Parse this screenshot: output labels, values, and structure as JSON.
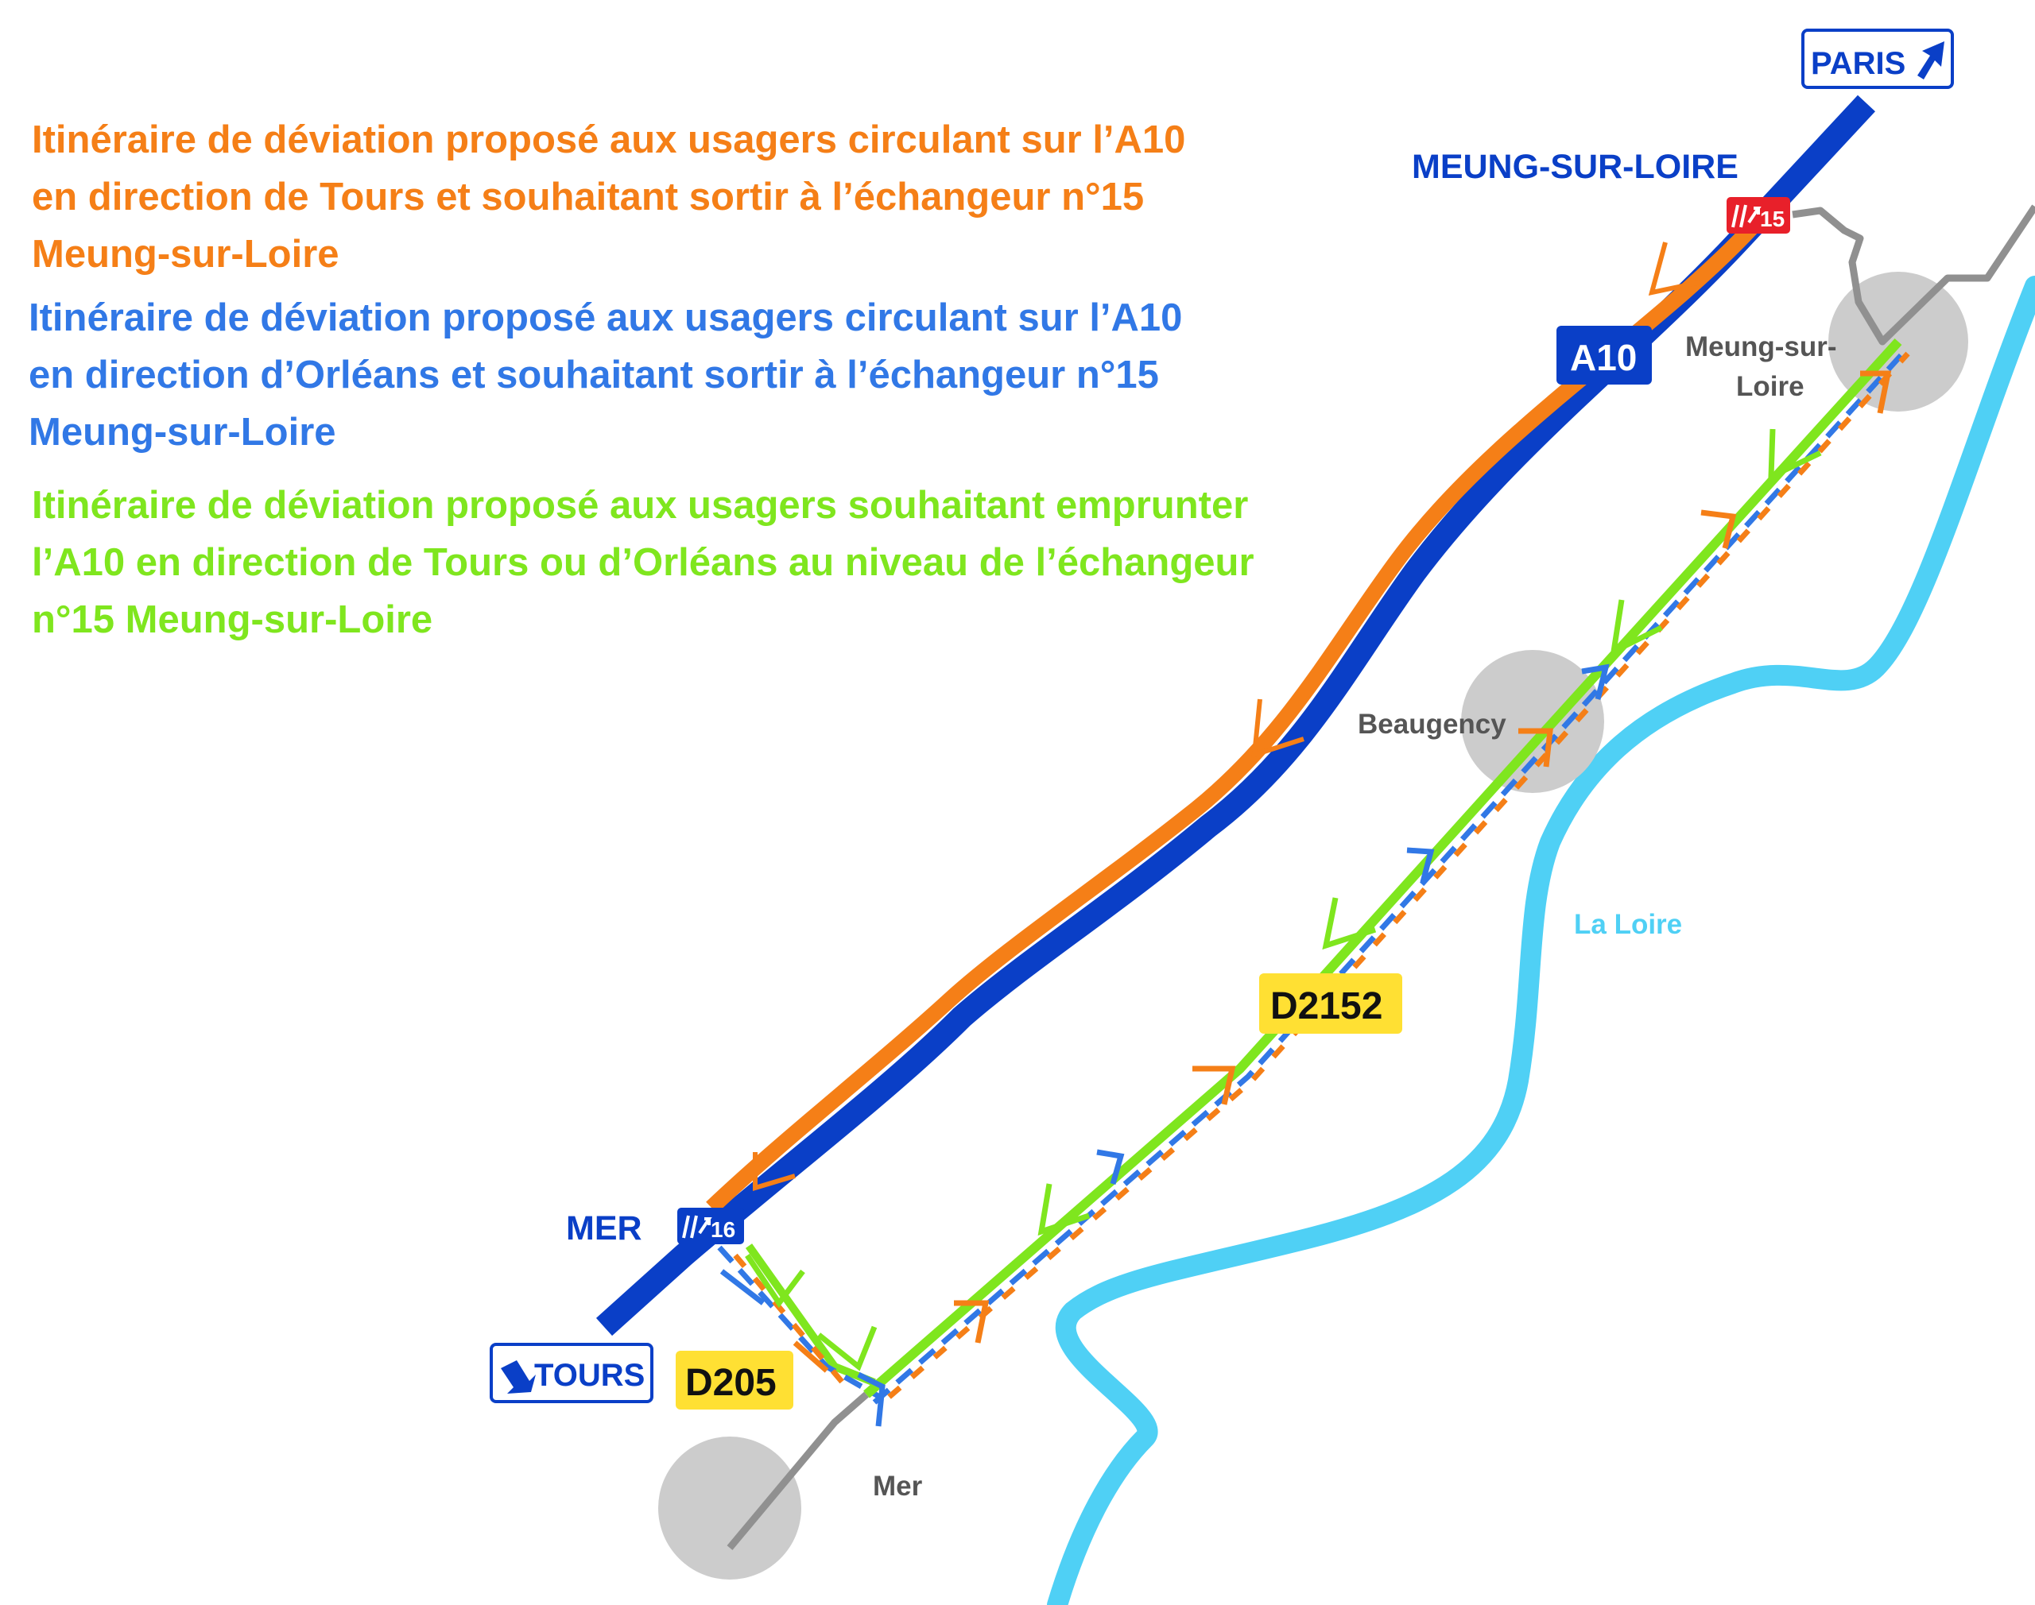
{
  "legend": {
    "orange_lines": [
      "Itinéraire de déviation proposé aux usagers circulant sur l’A10",
      "en direction de Tours et souhaitant sortir à l’échangeur n°15",
      "Meung-sur-Loire"
    ],
    "blue_lines": [
      "Itinéraire de déviation proposé aux usagers circulant sur l’A10",
      "en direction d’Orléans et souhaitant sortir à l’échangeur n°15",
      "Meung-sur-Loire"
    ],
    "green_lines": [
      "Itinéraire de déviation proposé aux usagers souhaitant emprunter",
      "l’A10 en direction de Tours ou d’Orléans au niveau de l’échangeur",
      "n°15  Meung-sur-Loire"
    ]
  },
  "signs": {
    "paris": "PARIS",
    "tours": "TOURS",
    "exit15": "15",
    "exit16": "16"
  },
  "labels": {
    "meung_exit": "MEUNG-SUR-LOIRE",
    "mer_exit": "MER",
    "a10": "A10",
    "d2152": "D2152",
    "d205": "D205",
    "meung_town_1": "Meung-sur-",
    "meung_town_2": "Loire",
    "beaugency": "Beaugency",
    "mer_town": "Mer",
    "loire": "La Loire"
  },
  "colors": {
    "motorway": "#0A3FC7",
    "orange": "#F57F17",
    "blue": "#3178E6",
    "green": "#7FE61E",
    "river": "#4FD0F5",
    "town": "#CCCCCC",
    "local_road": "#909090",
    "road_badge": "#FFE033",
    "exit15": "#E8202A",
    "exit16": "#0A3FC7"
  }
}
